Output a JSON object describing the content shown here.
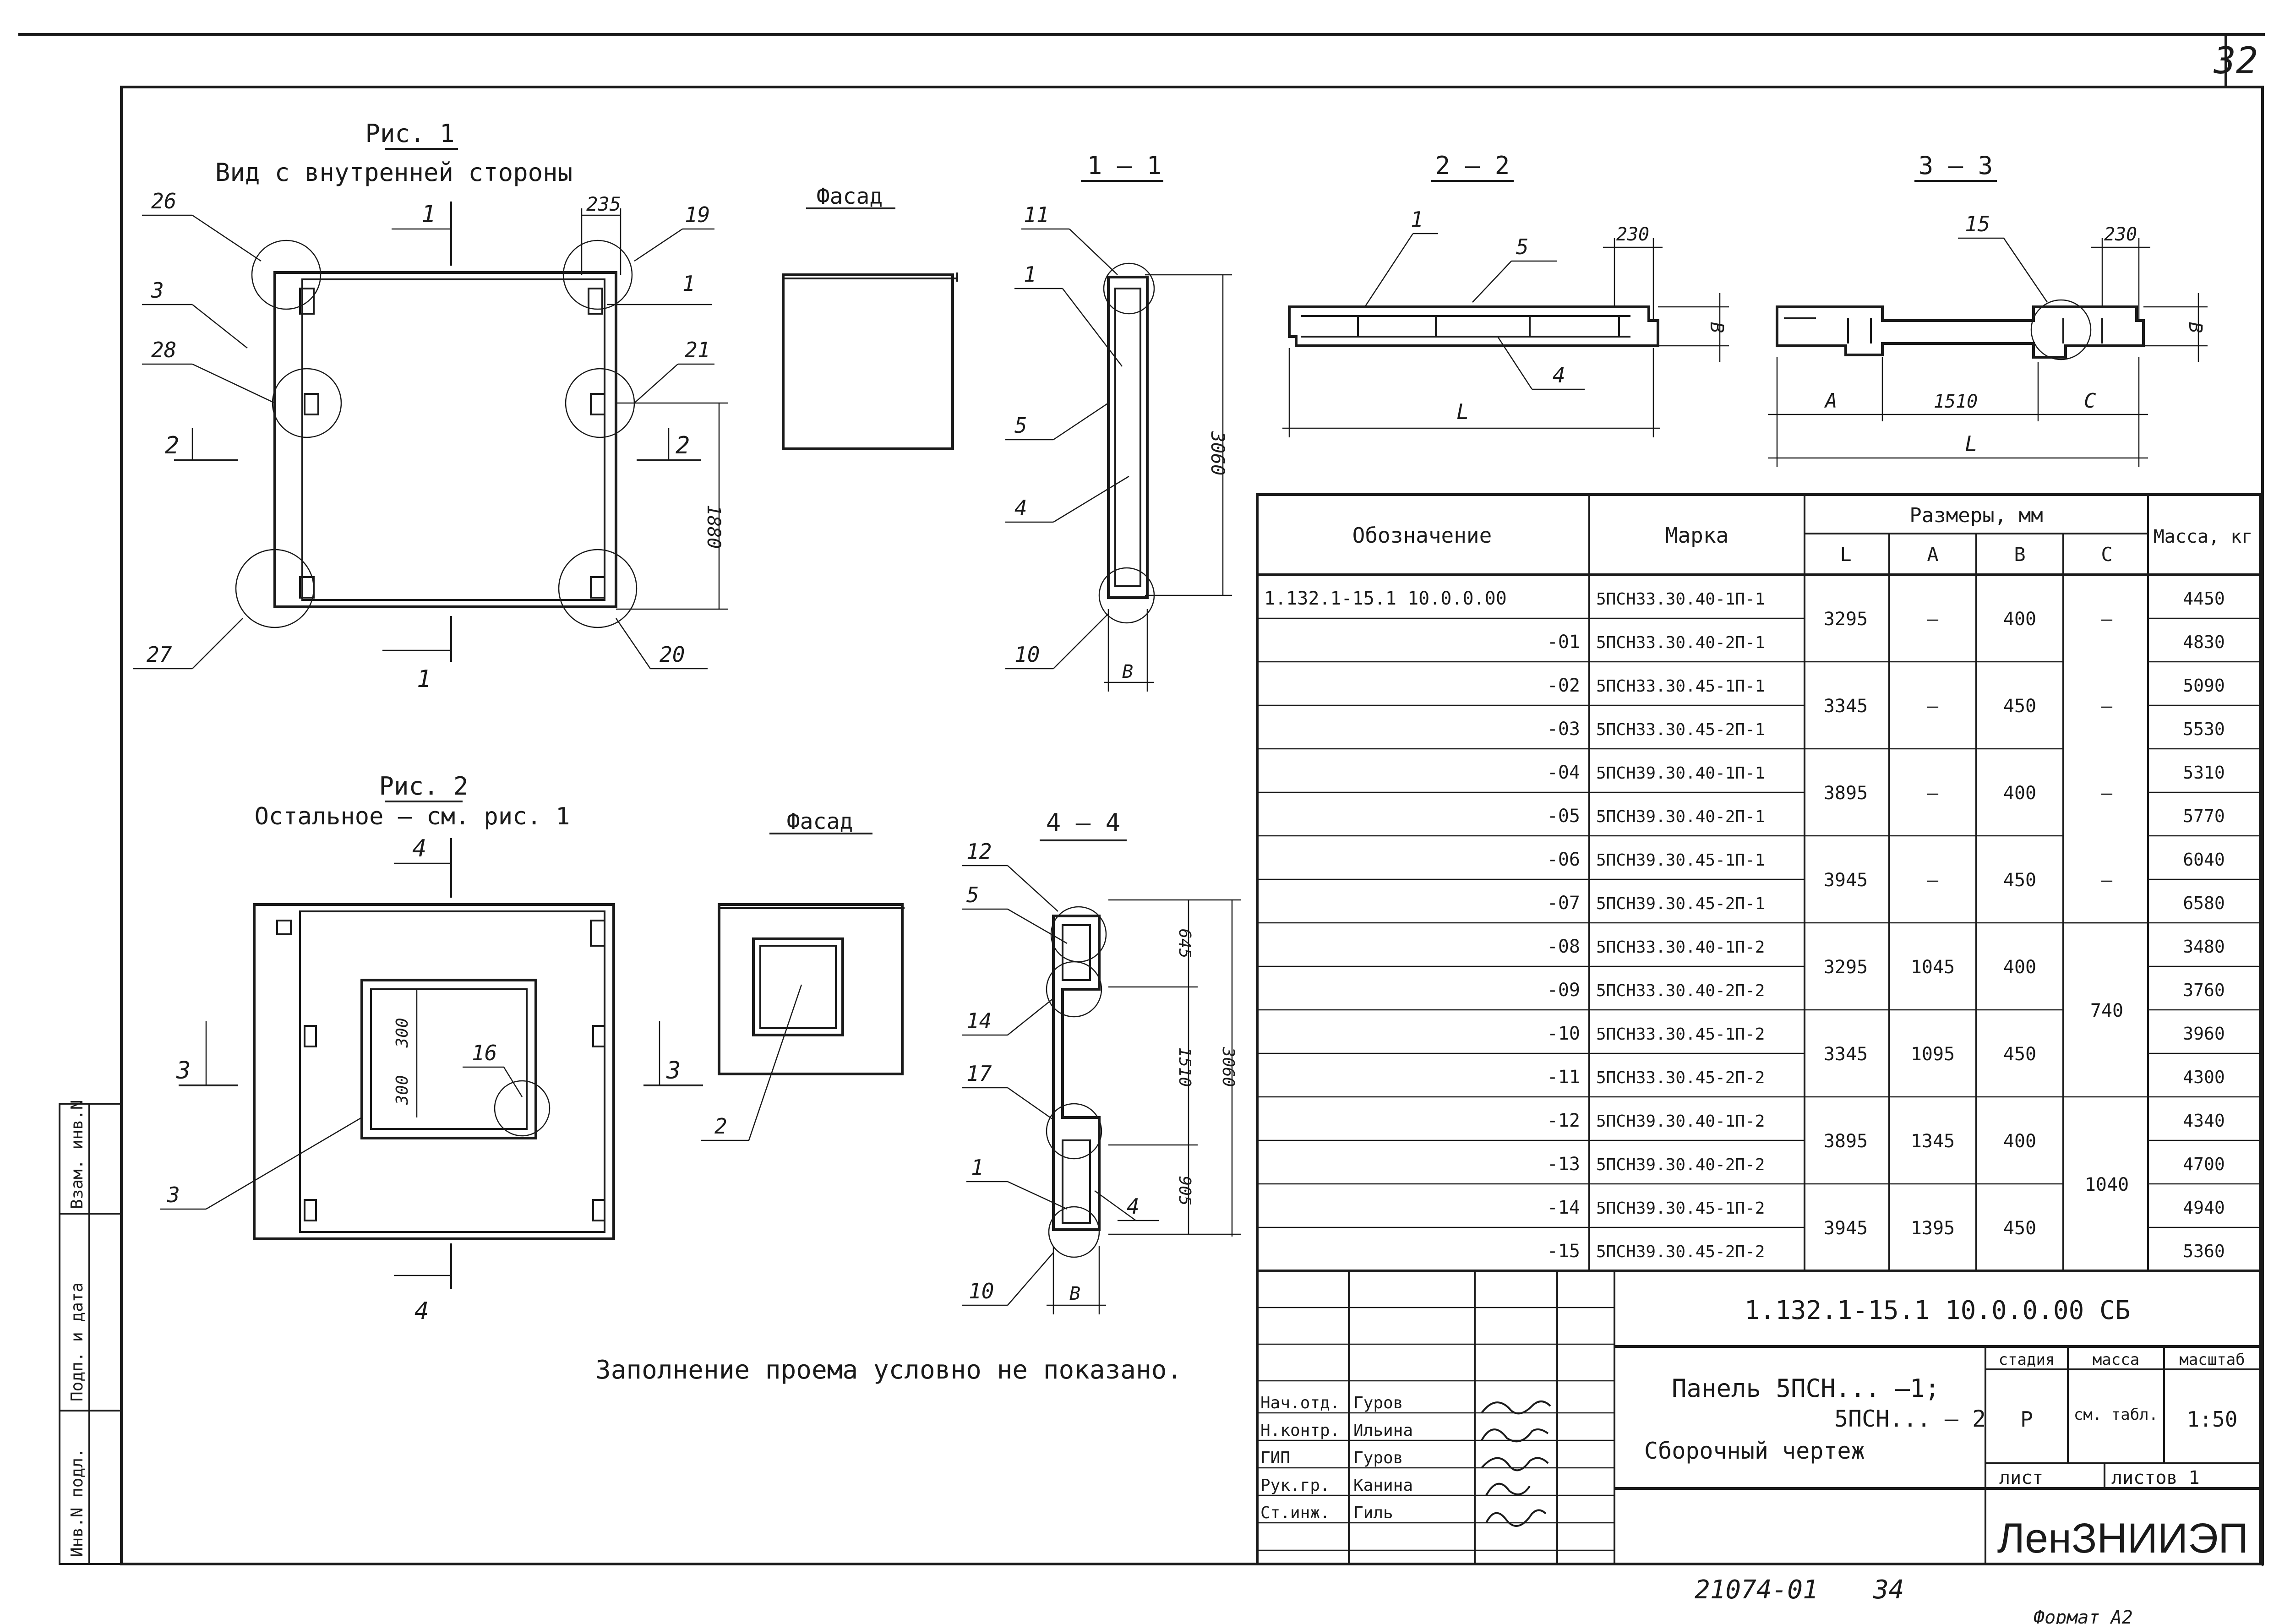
{
  "page_number": "32",
  "fig1": {
    "title": "Рис. 1",
    "subtitle": "Вид с внутренней стороны",
    "dim_top": "235",
    "dim_side": "1880",
    "callouts": [
      "26",
      "3",
      "28",
      "27",
      "19",
      "1",
      "21",
      "20"
    ],
    "section_marks": [
      "1",
      "1",
      "2",
      "2"
    ]
  },
  "facade1": {
    "title": "Фасад"
  },
  "section11": {
    "title": "1 – 1",
    "callouts": [
      "11",
      "1",
      "5",
      "4",
      "10"
    ],
    "dim_height": "3060",
    "dim_b": "В"
  },
  "section22": {
    "title": "2 – 2",
    "callouts": [
      "1",
      "5",
      "4"
    ],
    "dim_230": "230",
    "dim_b": "В",
    "dim_l": "L"
  },
  "section33": {
    "title": "3 – 3",
    "callouts": [
      "15"
    ],
    "dim_230": "230",
    "dim_b": "В",
    "dim_a": "А",
    "dim_1510": "1510",
    "dim_c": "С",
    "dim_l": "L"
  },
  "fig2": {
    "title": "Рис. 2",
    "subtitle": "Остальное – см. рис. 1",
    "dim_300a": "300",
    "dim_300b": "300",
    "callouts": [
      "16",
      "3"
    ],
    "section_marks": [
      "4",
      "4",
      "3",
      "3"
    ]
  },
  "facade2": {
    "title": "Фасад",
    "callouts": [
      "2"
    ]
  },
  "section44": {
    "title": "4 – 4",
    "callouts": [
      "12",
      "5",
      "14",
      "17",
      "1",
      "10",
      "4"
    ],
    "dims": [
      "645",
      "1510",
      "905",
      "3060"
    ],
    "dim_b": "В"
  },
  "note": "Заполнение проема условно не показано.",
  "table": {
    "headers": {
      "designation": "Обозначение",
      "mark": "Марка",
      "sizes": "Размеры, мм",
      "mass": "Масса, кг",
      "L": "L",
      "A": "А",
      "B": "В",
      "C": "С"
    },
    "rows": [
      {
        "designation": "1.132.1-15.1 10.0.0.00",
        "mark": "5ПСН33.30.40-1П-1",
        "mass": "4450"
      },
      {
        "designation": "-01",
        "mark": "5ПСН33.30.40-2П-1",
        "mass": "4830"
      },
      {
        "designation": "-02",
        "mark": "5ПСН33.30.45-1П-1",
        "mass": "5090"
      },
      {
        "designation": "-03",
        "mark": "5ПСН33.30.45-2П-1",
        "mass": "5530"
      },
      {
        "designation": "-04",
        "mark": "5ПСН39.30.40-1П-1",
        "mass": "5310"
      },
      {
        "designation": "-05",
        "mark": "5ПСН39.30.40-2П-1",
        "mass": "5770"
      },
      {
        "designation": "-06",
        "mark": "5ПСН39.30.45-1П-1",
        "mass": "6040"
      },
      {
        "designation": "-07",
        "mark": "5ПСН39.30.45-2П-1",
        "mass": "6580"
      },
      {
        "designation": "-08",
        "mark": "5ПСН33.30.40-1П-2",
        "mass": "3480"
      },
      {
        "designation": "-09",
        "mark": "5ПСН33.30.40-2П-2",
        "mass": "3760"
      },
      {
        "designation": "-10",
        "mark": "5ПСН33.30.45-1П-2",
        "mass": "3960"
      },
      {
        "designation": "-11",
        "mark": "5ПСН33.30.45-2П-2",
        "mass": "4300"
      },
      {
        "designation": "-12",
        "mark": "5ПСН39.30.40-1П-2",
        "mass": "4340"
      },
      {
        "designation": "-13",
        "mark": "5ПСН39.30.40-2П-2",
        "mass": "4700"
      },
      {
        "designation": "-14",
        "mark": "5ПСН39.30.45-1П-2",
        "mass": "4940"
      },
      {
        "designation": "-15",
        "mark": "5ПСН39.30.45-2П-2",
        "mass": "5360"
      }
    ],
    "groups": [
      {
        "L": "3295",
        "A": "—",
        "B": "400",
        "C": "—"
      },
      {
        "L": "3345",
        "A": "—",
        "B": "450",
        "C": "—"
      },
      {
        "L": "3895",
        "A": "—",
        "B": "400",
        "C": "—"
      },
      {
        "L": "3945",
        "A": "—",
        "B": "450",
        "C": "—"
      },
      {
        "L": "3295",
        "A": "1045",
        "B": "400"
      },
      {
        "L": "3345",
        "A": "1095",
        "B": "450"
      },
      {
        "L": "3895",
        "A": "1345",
        "B": "400"
      },
      {
        "L": "3945",
        "A": "1395",
        "B": "450"
      }
    ],
    "c_merged": [
      "740",
      "1040"
    ]
  },
  "title_block": {
    "code": "1.132.1-15.1 10.0.0.00 СБ",
    "title_line1": "Панель 5ПСН... –1;",
    "title_line2": "5ПСН... – 2",
    "title_line3": "Сборочный чертеж",
    "stage_label": "стадия",
    "mass_label": "масса",
    "scale_label": "масштаб",
    "stage": "Р",
    "mass": "см. табл.",
    "scale": "1:50",
    "sheet_label": "лист",
    "sheets_label": "листов 1",
    "org": "ЛенЗНИИЭП",
    "people": [
      {
        "role": "Нач.отд.",
        "name": "Гуров"
      },
      {
        "role": "Н.контр.",
        "name": "Ильина"
      },
      {
        "role": "ГИП",
        "name": "Гуров"
      },
      {
        "role": "Рук.гр.",
        "name": "Канина"
      },
      {
        "role": "Ст.инж.",
        "name": "Гиль"
      }
    ]
  },
  "left_stamp": [
    "Инв.N подл.",
    "Подп. и дата",
    "Взам. инв.N"
  ],
  "bottom_text": {
    "code": "21074-01",
    "num": "34",
    "format": "Формат А2"
  }
}
